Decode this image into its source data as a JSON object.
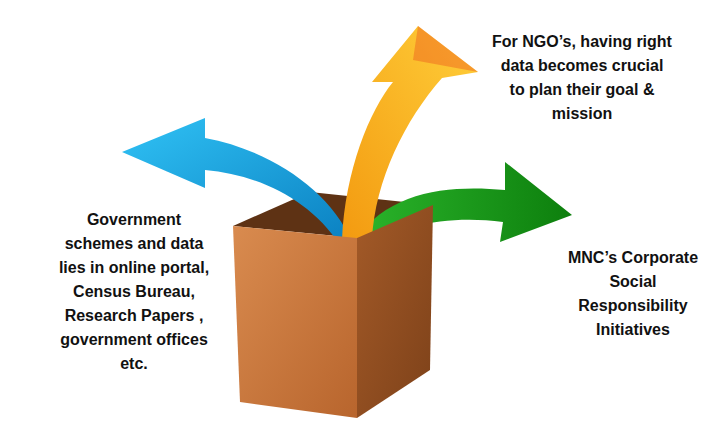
{
  "diagram": {
    "labels": [
      "For NGO’s, having right data becomes  crucial to plan their goal & mission",
      "Government schemes and data lies in online portal, Census Bureau, Research Papers , government offices etc.",
      "MNC’s Corporate Social Responsibility Initiatives"
    ]
  }
}
